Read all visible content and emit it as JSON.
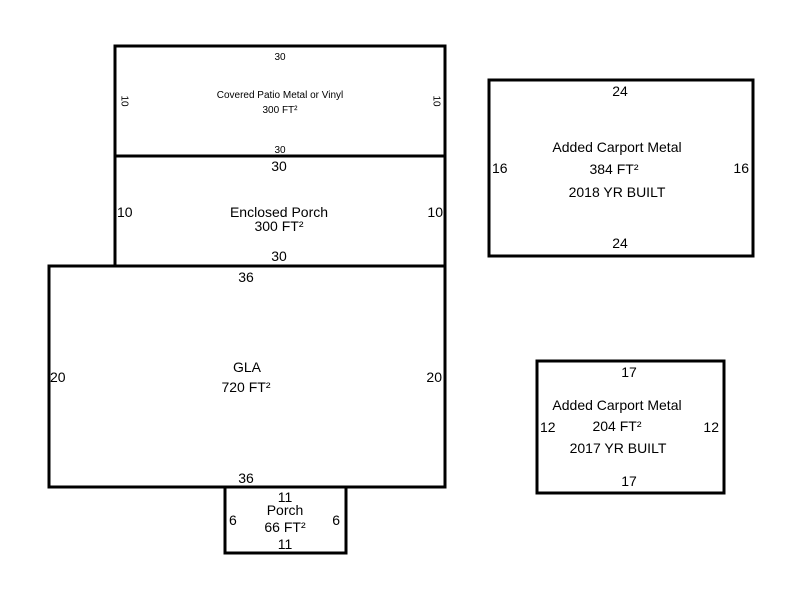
{
  "areas": {
    "covered_patio": {
      "name": "Covered Patio Metal or Vinyl",
      "area": "300 FT²",
      "dim_top": "30",
      "dim_bottom": "30",
      "dim_left": "10",
      "dim_right": "10"
    },
    "enclosed_porch": {
      "name": "Enclosed Porch",
      "area": "300 FT²",
      "dim_top": "30",
      "dim_bottom": "30",
      "dim_left": "10",
      "dim_right": "10"
    },
    "gla": {
      "name": "GLA",
      "area": "720 FT²",
      "dim_top": "36",
      "dim_bottom": "36",
      "dim_left": "20",
      "dim_right": "20"
    },
    "porch": {
      "name": "Porch",
      "area": "66 FT²",
      "dim_top": "11",
      "dim_bottom": "11",
      "dim_left": "6",
      "dim_right": "6"
    },
    "carport_2018": {
      "name": "Added Carport Metal",
      "area": "384 FT²",
      "year": "2018 YR BUILT",
      "dim_top": "24",
      "dim_bottom": "24",
      "dim_left": "16",
      "dim_right": "16"
    },
    "carport_2017": {
      "name": "Added Carport Metal",
      "area": "204 FT²",
      "year": "2017 YR BUILT",
      "dim_top": "17",
      "dim_bottom": "17",
      "dim_left": "12",
      "dim_right": "12"
    }
  }
}
